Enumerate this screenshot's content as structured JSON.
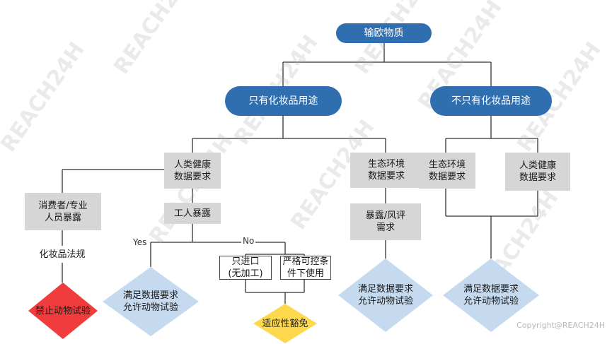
{
  "nodes": {
    "root": "输欧物质",
    "cosmetic_only": "只有化妆品用途",
    "not_only_cosmetic": "不只有化妆品用途",
    "human_health_left": "人类健康\n数据要求",
    "consumer_exposure": "消费者/专业\n人员暴露",
    "cosmetics_reg": "化妆品法规",
    "worker_exposure": "工人暴露",
    "import_only": "只进口\n(无加工)",
    "strict_control": "严格可控条\n件下使用",
    "env_left": "生态环境\n数据要求",
    "exposure_risk": "暴露/风评\n需求",
    "env_right": "生态环境\n数据要求",
    "human_health_right": "人类健康\n数据要求"
  },
  "diamonds": {
    "ban": "禁止动物试验",
    "allow_1": "满足数据要求\n允许动物试验",
    "waiver": "适应性豁免",
    "allow_2": "满足数据要求\n允许动物试验",
    "allow_3": "满足数据要求\n允许动物试验"
  },
  "edge_labels": {
    "yes": "Yes",
    "no": "No"
  },
  "colors": {
    "pill": "#2f6fb0",
    "box": "#d6d6d6",
    "ban": "#f03c3c",
    "allow": "#c5daef",
    "waiver": "#ffd94d",
    "line": "#333333"
  },
  "watermark": "REACH24H",
  "copyright": "Copyright@REACH24H"
}
